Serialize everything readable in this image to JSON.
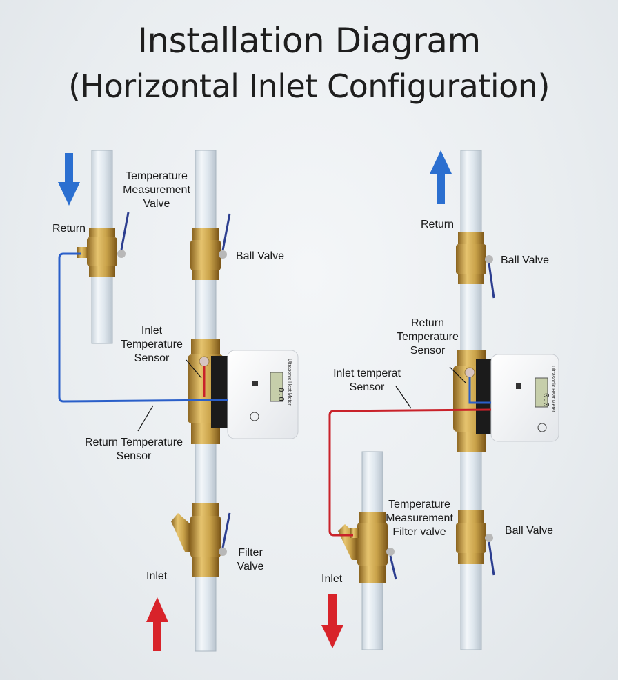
{
  "title": {
    "line1": "Installation Diagram",
    "line2": "(Horizontal Inlet Configuration)"
  },
  "colors": {
    "return_arrow": "#2b6fd0",
    "inlet_arrow": "#d8232a",
    "return_wire": "#2a5fc9",
    "inlet_wire": "#c9222a",
    "brass": "#c9a24a",
    "pipe": "#dde6ee"
  },
  "left_diagram": {
    "return": "Return",
    "temp_measurement_valve": [
      "Temperature",
      "Measurement",
      "Valve"
    ],
    "ball_valve": "Ball Valve",
    "inlet_temp_sensor": [
      "Inlet",
      "Temperature",
      "Sensor"
    ],
    "return_temp_sensor": [
      "Return Temperature",
      "Sensor"
    ],
    "filter_valve": [
      "Filter",
      "Valve"
    ],
    "inlet": "Inlet"
  },
  "right_diagram": {
    "return": "Return",
    "ball_valve_top": "Ball Valve",
    "return_temp_sensor": [
      "Return",
      "Temperature",
      "Sensor"
    ],
    "inlet_temp_sensor": [
      "Inlet temperat",
      "Sensor"
    ],
    "temp_measurement_filter_valve": [
      "Temperature",
      "Measurement",
      "Filter valve"
    ],
    "ball_valve_bottom": "Ball Valve",
    "inlet": "Inlet"
  },
  "meter": {
    "name": "Ultrasonic Heat Meter",
    "display": "0.0"
  }
}
